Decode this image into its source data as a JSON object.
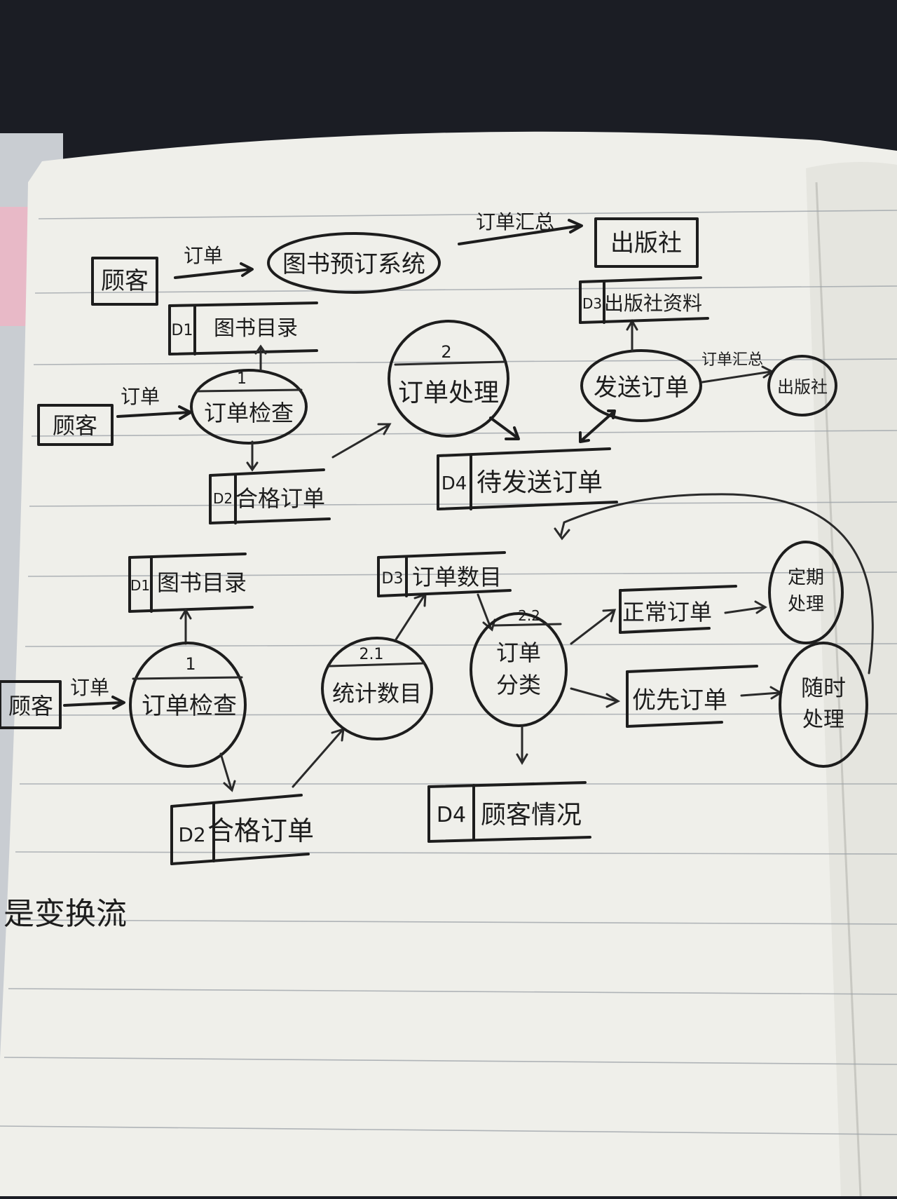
{
  "diagrams": {
    "top": {
      "entities": {
        "customer": "顾客",
        "publisher": "出版社"
      },
      "process": "图书预订系统",
      "flows": {
        "customer_to_system": "订单",
        "system_to_publisher": "订单汇总"
      }
    },
    "level1": {
      "entities": {
        "customer": "顾客",
        "publisher": "出版社"
      },
      "processes": {
        "check": {
          "number": "1",
          "label": "订单检查"
        },
        "handle": {
          "number": "2",
          "label": "订单处理"
        },
        "send": {
          "label": "发送订单"
        }
      },
      "stores": {
        "d1": {
          "id": "D1",
          "label": "图书目录"
        },
        "d2": {
          "id": "D2",
          "label": "合格订单"
        },
        "d3": {
          "id": "D3",
          "label": "出版社资料"
        },
        "d4": {
          "id": "D4",
          "label": "待发送订单"
        }
      },
      "flows": {
        "customer_to_check": "订单",
        "send_to_publisher": "订单汇总"
      }
    },
    "level2": {
      "entities": {
        "customer": "顾客"
      },
      "processes": {
        "check": {
          "number": "1",
          "label": "订单检查"
        },
        "count": {
          "number": "2.1",
          "label": "统计数目"
        },
        "classify": {
          "number": "2.2",
          "label_line1": "订单",
          "label_line2": "分类"
        },
        "regular": {
          "label_line1": "定期",
          "label_line2": "处理"
        },
        "anytime": {
          "label_line1": "随时",
          "label_line2": "处理"
        }
      },
      "stores": {
        "d1": {
          "id": "D1",
          "label": "图书目录"
        },
        "d2": {
          "id": "D2",
          "label": "合格订单"
        },
        "d3": {
          "id": "D3",
          "label": "订单数目"
        },
        "d4": {
          "id": "D4",
          "label": "顾客情况"
        }
      },
      "items": {
        "normal_order": "正常订单",
        "priority_order": "优先订单"
      },
      "flows": {
        "customer_to_check": "订单"
      }
    }
  },
  "footnote": "是变换流"
}
